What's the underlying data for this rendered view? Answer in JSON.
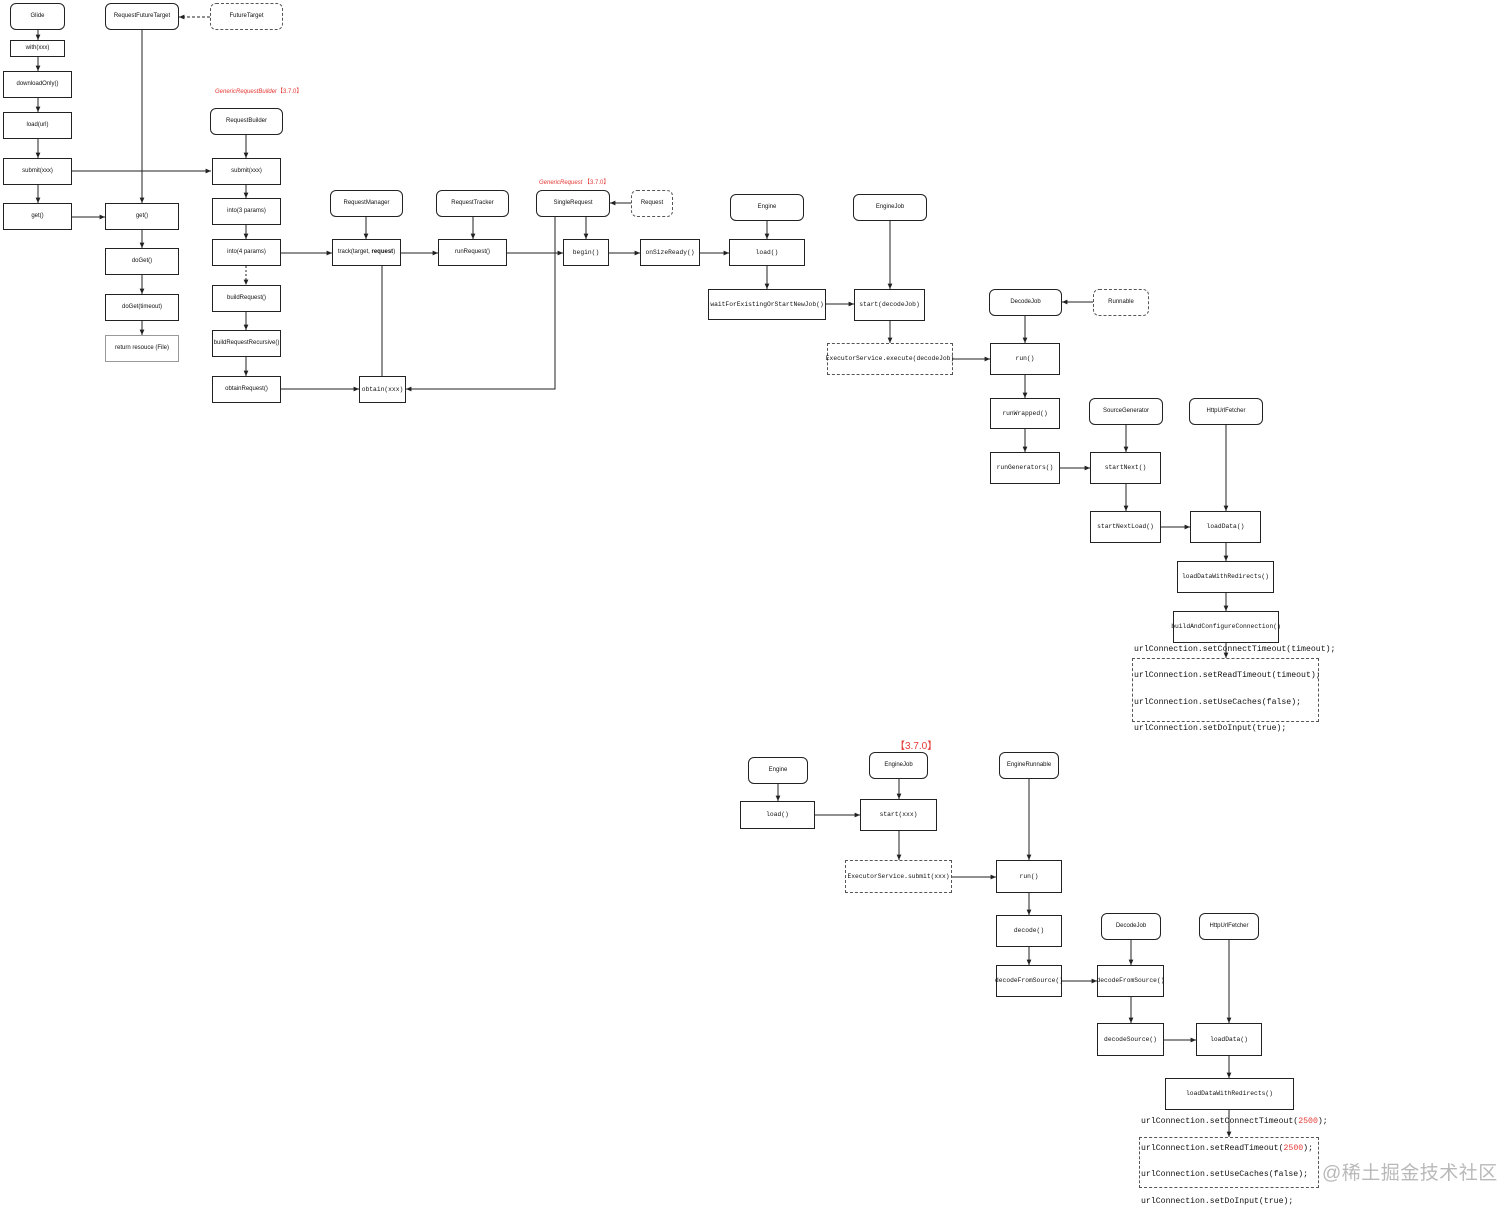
{
  "nodes": {
    "glide": "Glide",
    "with": "with(xxx)",
    "download_only": "downloadOnly()",
    "load_url": "load(url)",
    "submit_left": "submit(xxx)",
    "get_left": "get()",
    "request_future_target": "RequestFutureTarget",
    "future_target": "FutureTarget",
    "get_mid": "get()",
    "do_get": "doGet()",
    "do_get_timeout": "doGet(timeout)",
    "return_resource": "return resouce (File)",
    "request_builder": "RequestBuilder",
    "submit_rb": "submit(xxx)",
    "into3": "into(3 params)",
    "into4": "into(4 params)",
    "build_request": "buildRequest()",
    "build_request_recursive": "buildRequestRecursive()",
    "obtain_request": "obtainRequest()",
    "request_manager": "RequestManager",
    "track_prefix": "track(target, ",
    "track_bold": "request",
    "track_suffix": ")",
    "obtain_xxx": "obtain(xxx)",
    "request_tracker": "RequestTracker",
    "run_request": "runRequest()",
    "single_request": "SingleRequest",
    "request": "Request",
    "begin": "begin()",
    "on_size_ready": "onSizeReady()",
    "engine_top": "Engine",
    "load_top": "load()",
    "wait_for_job": "waitForExistingOrStartNewJob()",
    "engine_job_top": "EngineJob",
    "start_decode_job": "start(decodeJob)",
    "executor_execute": "ExecutorService.execute(decodeJob)",
    "decode_job_top": "DecodeJob",
    "runnable": "Runnable",
    "run_top": "run()",
    "run_wrapped": "runWrapped()",
    "run_generators": "runGenerators()",
    "source_generator": "SourceGenerator",
    "start_next": "startNext()",
    "start_next_load": "startNextLoad()",
    "http_fetcher_top": "HttpUrlFetcher",
    "load_data_top": "loadData()",
    "load_redirects_top": "loadDataWithRedirects()",
    "build_configure": "buildAndConfigureConnection()",
    "engine_bottom": "Engine",
    "load_bottom": "load()",
    "engine_job_bottom": "EngineJob",
    "start_xxx": "start(xxx)",
    "executor_submit": "ExecutorService.submit(xxx)",
    "engine_runnable": "EngineRunnable",
    "run_bottom": "run()",
    "decode": "decode()",
    "decode_from_source_a": "decodeFromSource()",
    "decode_job_bottom": "DecodeJob",
    "decode_from_source_b": "decodeFromSource()",
    "decode_source": "decodeSource()",
    "http_fetcher_bottom": "HttpUrlFetcher",
    "load_data_bottom": "loadData()",
    "load_redirects_bottom": "loadDataWithRedirects()"
  },
  "code_top": [
    "urlConnection.setConnectTimeout(timeout);",
    "urlConnection.setReadTimeout(timeout);",
    "urlConnection.setUseCaches(false);",
    "urlConnection.setDoInput(true);"
  ],
  "code_bottom": {
    "l1_pre": "urlConnection.setConnectTimeout(",
    "l1_val": "2500",
    "l1_post": ");",
    "l2_pre": "urlConnection.setReadTimeout(",
    "l2_val": "2500",
    "l2_post": ");",
    "l3": "urlConnection.setUseCaches(false);",
    "l4": "urlConnection.setDoInput(true);"
  },
  "notes": {
    "generic_request_builder": "GenericRequestBuilder",
    "generic_request_builder_ver": "【3.7.0】",
    "generic_request": "GenericRequest",
    "generic_request_ver": "【3.7.0】",
    "version_bottom": "【3.7.0】"
  },
  "watermark": "@稀土掘金技术社区",
  "colors": {
    "accent": "#e53935",
    "line": "#222222"
  }
}
